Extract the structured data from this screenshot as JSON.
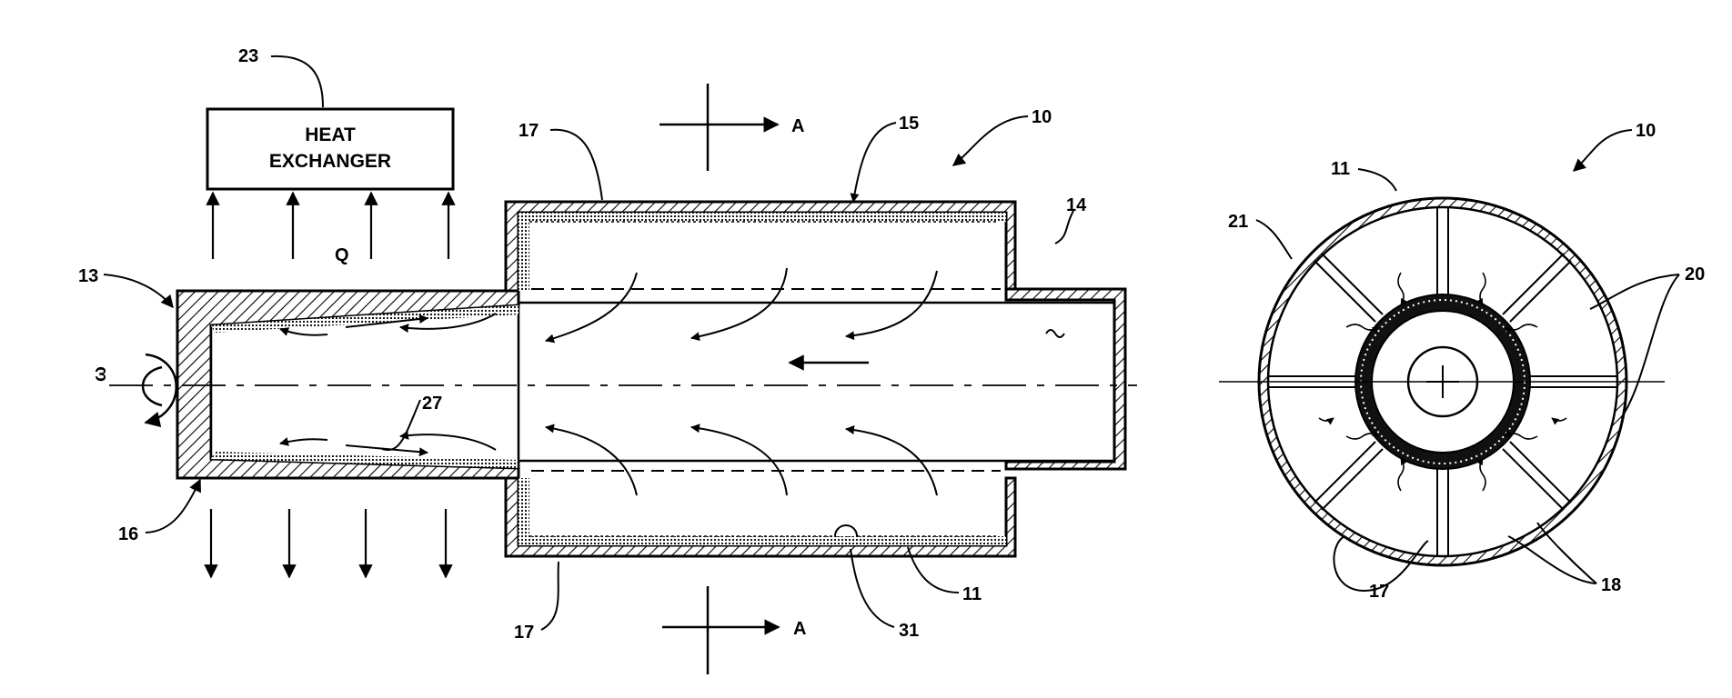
{
  "heat_exchanger": {
    "line1": "HEAT",
    "line2": "EXCHANGER"
  },
  "symbols": {
    "heat_flow": "Q",
    "rotation": "ω"
  },
  "section": {
    "top": "A",
    "bottom": "A"
  },
  "labels": {
    "l23": "23",
    "l17_top": "17",
    "l15": "15",
    "l10_left": "10",
    "l14": "14",
    "l13": "13",
    "l27": "27",
    "l16": "16",
    "l17_bottom": "17",
    "l31": "31",
    "l11_left": "11",
    "l10_right": "10",
    "l11_right": "11",
    "l21": "21",
    "l20": "20",
    "l17_right": "17",
    "l18": "18"
  }
}
